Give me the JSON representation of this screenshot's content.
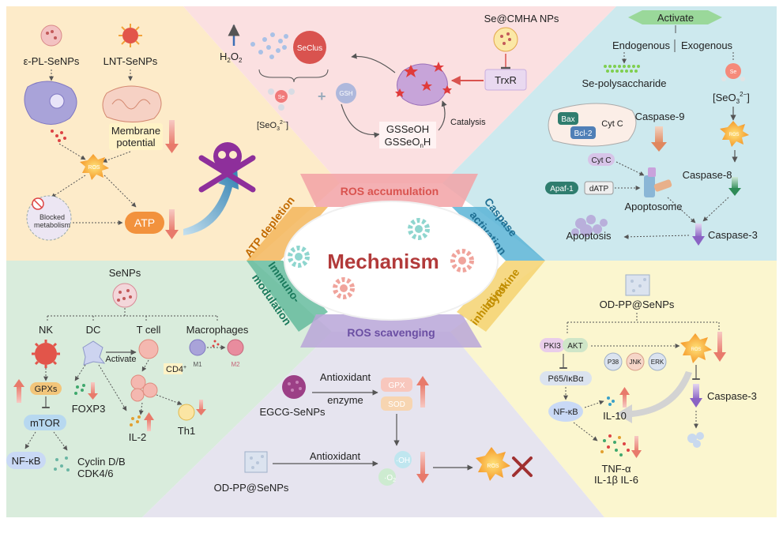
{
  "center": {
    "title": "Mechanism"
  },
  "sections": {
    "ros_accumulation": "ROS accumulation",
    "atp_depletion": "ATP depletion",
    "caspase_activation": "Caspase activation",
    "caspase_line1": "Caspase",
    "caspase_line2": "activation",
    "immunomodulation_line1": "Immuno-",
    "immunomodulation_line2": "modulation",
    "ros_scavenging": "ROS scavenging",
    "cytokine_line1": "Cytokine",
    "cytokine_line2": "inhibition"
  },
  "colors": {
    "ros_accumulation_bg": "#fbe0e1",
    "atp_bg": "#fdebc9",
    "caspase_bg": "#cde9ee",
    "immuno_bg": "#d9ecdc",
    "scavenging_bg": "#e6e4ef",
    "cytokine_bg": "#fbf6cf",
    "ros_label": "#e07a7a",
    "atp_label": "#e6a545",
    "caspase_label": "#3e93b8",
    "immuno_label": "#2f9a7c",
    "scavenging_label": "#9e85c3",
    "cytokine_label": "#e3b94a",
    "center_title": "#b23a3a"
  },
  "atp_panel": {
    "eps_label": "ε-PL-SeNPs",
    "lnt_label": "LNT-SeNPs",
    "membrane_line1": "Membrane",
    "membrane_line2": "potential",
    "ros": "ROS",
    "blocked_line1": "Blocked",
    "blocked_line2": "metabolism",
    "atp": "ATP",
    "skull_icon": "skull-crossbones-icon"
  },
  "ros_panel": {
    "h2o2": "H",
    "h2o2_sub": "2",
    "h2o2_tail": "O",
    "h2o2_sub2": "2",
    "seclus": "SeClus",
    "seo3": "[SeO",
    "seo3_sub": "3",
    "seo3_sup": "2−",
    "seo3_close": "]",
    "gsh": "GSH",
    "gsseoh": "GSSeOH",
    "gsseonh": "GSSeO",
    "gsseonh_sub": "n",
    "gsseonh_tail": "H",
    "catalysis": "Catalysis",
    "trxr": "TrxR",
    "se_cmha": "Se@CMHA NPs",
    "se_atom": "Se"
  },
  "caspase_panel": {
    "activate": "Activate",
    "endogenous": "Endogenous",
    "exogenous": "Exogenous",
    "se_polysaccharide": "Se-polysaccharide",
    "bax": "Bax",
    "bcl2": "Bcl-2",
    "cytc_mito": "Cyt C",
    "caspase9": "Caspase-9",
    "seo3": "[SeO",
    "seo3_sub": "3",
    "seo3_sup": "2−",
    "seo3_close": "]",
    "cytc": "Cyt C",
    "apaf1": "Apaf-1",
    "datp": "dATP",
    "apoptosome": "Apoptosome",
    "caspase8": "Caspase-8",
    "caspase3": "Caspase-3",
    "apoptosis": "Apoptosis",
    "ros": "ROS",
    "se_atom": "Se"
  },
  "immuno_panel": {
    "senps": "SeNPs",
    "nk": "NK",
    "dc": "DC",
    "tcell": "T cell",
    "macrophages": "Macrophages",
    "activate": "Activate",
    "cd4": "CD4",
    "cd4_sup": "+",
    "m1": "M1",
    "m2": "M2",
    "gpxs": "GPXs",
    "foxp3": "FOXP3",
    "mtor": "mTOR",
    "il2": "IL-2",
    "th1": "Th1",
    "nfkb": "NF-κB",
    "cyclin_line1": "Cyclin D/B",
    "cyclin_line2": "CDK4/6"
  },
  "scavenging_panel": {
    "egcg": "EGCG-SeNPs",
    "antioxidant_enzyme_line1": "Antioxidant",
    "antioxidant_enzyme_line2": "enzyme",
    "gpx": "GPX",
    "sod": "SOD",
    "od_pp": "OD-PP@SeNPs",
    "antioxidant": "Antioxidant",
    "oh": "·OH",
    "o2": "·O",
    "o2_sub": "2",
    "ros": "ROS"
  },
  "cytokine_panel": {
    "od_pp": "OD-PP@SeNPs",
    "pki3": "PKI3",
    "akt": "AKT",
    "p38": "P38",
    "jnk": "JNK",
    "erk": "ERK",
    "p65": "P65/IκBα",
    "nfkb": "NF-κB",
    "il10": "IL-10",
    "caspase3": "Caspase-3",
    "tnfa": "TNF-α",
    "il1b_il6": "IL-1β IL-6",
    "ros": "ROS"
  }
}
